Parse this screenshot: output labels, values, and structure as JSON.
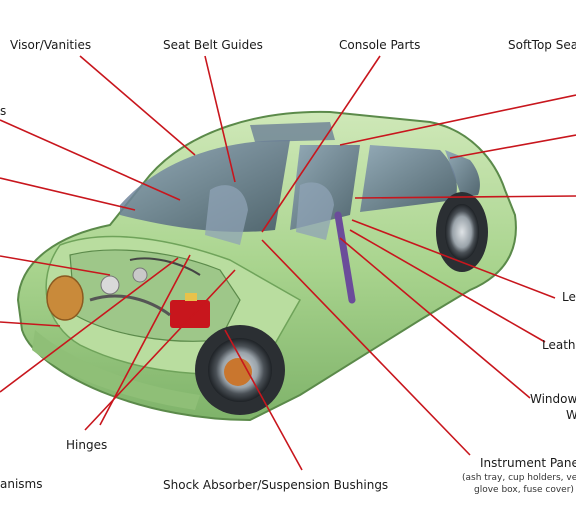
{
  "labels": {
    "visor": "Visor/Vanities",
    "seatbelt": "Seat Belt Guides",
    "console": "Console Parts",
    "softtop": "SoftTop Sea",
    "left_top": "s",
    "right_le": "Le",
    "right_leath": "Leath",
    "window_1": "Window",
    "window_2": "W",
    "hinges": "Hinges",
    "mechanisms": "anisms",
    "shock": "Shock Absorber/Suspension Bushings",
    "instrument": "Instrument Pane",
    "instrument_sub_1": "(ash tray, cup holders, ver",
    "instrument_sub_2": "glove box, fuse cover)"
  },
  "colors": {
    "leader_line": "#c8161d",
    "body_main": "#a9d48e",
    "body_dark": "#6fa35a",
    "glass": "#5a6f86",
    "tire": "#2b2f33"
  }
}
